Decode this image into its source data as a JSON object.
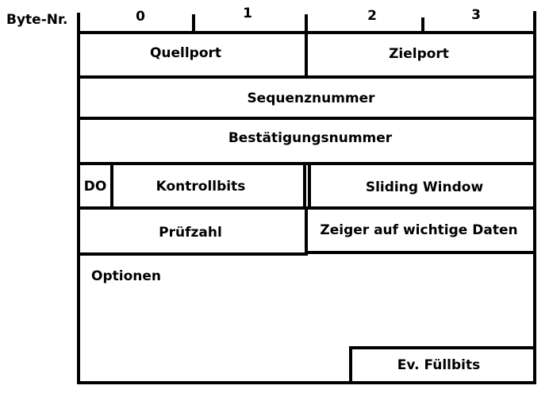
{
  "header": {
    "byte_label": "Byte-Nr.",
    "bytes": [
      "0",
      "1",
      "2",
      "3"
    ]
  },
  "fields": {
    "quellport": "Quellport",
    "zielport": "Zielport",
    "sequenznummer": "Sequenznummer",
    "bestaetigungsnummer": "Bestätigungsnummer",
    "do": "DO",
    "kontrollbits": "Kontrollbits",
    "sliding_window": "Sliding Window",
    "pruefzahl": "Prüfzahl",
    "zeiger": "Zeiger auf wichtige Daten",
    "optionen": "Optionen",
    "fuellbits": "Ev. Füllbits"
  }
}
